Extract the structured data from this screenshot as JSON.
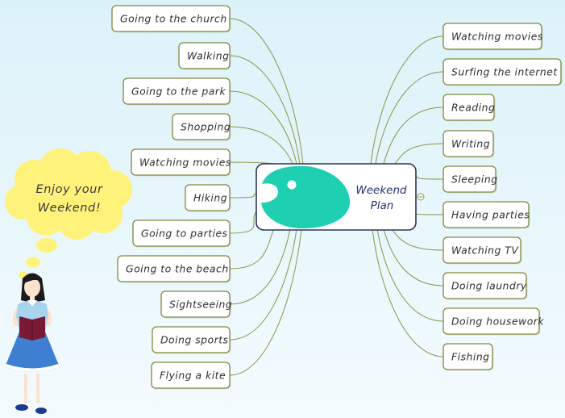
{
  "center": {
    "title_line1": "Weekend",
    "title_line2": "Plan"
  },
  "thought": {
    "line1": "Enjoy your",
    "line2": "Weekend!"
  },
  "left_branches": [
    "Going to the church",
    "Walking",
    "Going to the park",
    "Shopping",
    "Watching movies",
    "Hiking",
    "Going to parties",
    "Going to the beach",
    "Sightseeing",
    "Doing sports",
    "Flying a kite"
  ],
  "right_branches": [
    "Watching movies",
    "Surfing the internet",
    "Reading",
    "Writing",
    "Sleeping",
    "Having parties",
    "Watching TV",
    "Doing laundry",
    "Doing housework",
    "Fishing"
  ],
  "colors": {
    "center_shape": "#1ecfb2",
    "thought_bubble": "#fff27a",
    "branch_line": "#8c9447"
  },
  "icons": {
    "collapse": "collapse-toggle-icon"
  }
}
